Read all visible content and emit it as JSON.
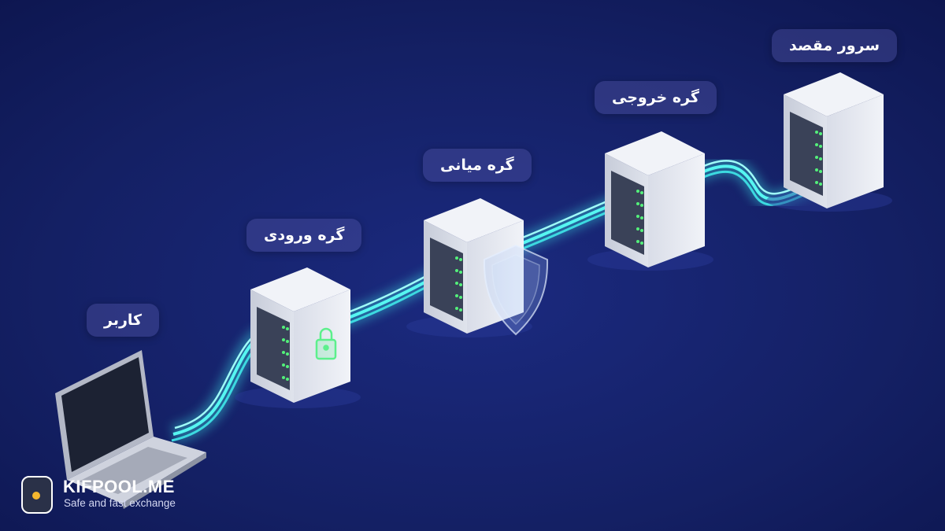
{
  "nodes": [
    {
      "id": "user",
      "label": "کاربر"
    },
    {
      "id": "entry",
      "label": "گره ورودی"
    },
    {
      "id": "middle",
      "label": "گره میانی"
    },
    {
      "id": "exit",
      "label": "گره خروجی"
    },
    {
      "id": "destination",
      "label": "سرور مقصد"
    }
  ],
  "brand": {
    "name": "KIFPOOL.ME",
    "tagline": "Safe and fast exchange"
  },
  "icons": {
    "user": "laptop-icon",
    "entry": "server-lock-icon",
    "middle": "server-shield-icon",
    "exit": "server-icon",
    "destination": "server-icon"
  },
  "colors": {
    "background_top": "#121c5c",
    "background_bottom": "#0c1547",
    "connection": "#4ff3ee",
    "server_led": "#53f07a",
    "label_background": "#3b3f8f"
  }
}
